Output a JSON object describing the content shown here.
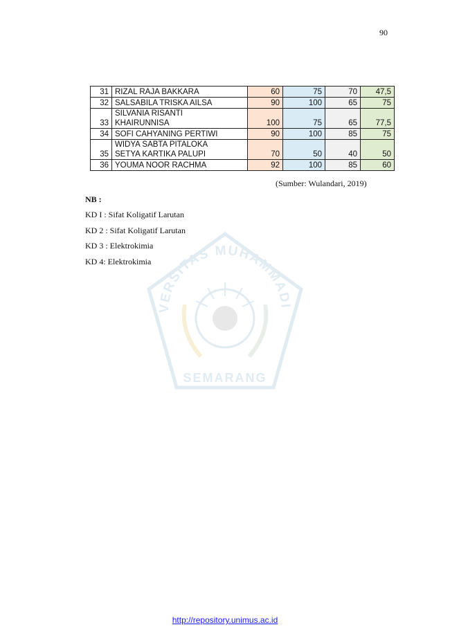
{
  "page_number": "90",
  "table": {
    "rows": [
      {
        "no": "31",
        "name": [
          "RIZAL RAJA BAKKARA"
        ],
        "kd1": "60",
        "kd2": "75",
        "kd3": "70",
        "kd4": "47,5"
      },
      {
        "no": "32",
        "name": [
          "SALSABILA TRISKA AILSA"
        ],
        "kd1": "90",
        "kd2": "100",
        "kd3": "65",
        "kd4": "75"
      },
      {
        "no": "33",
        "name": [
          "SILVANIA RISANTI",
          "KHAIRUNNISA"
        ],
        "kd1": "100",
        "kd2": "75",
        "kd3": "65",
        "kd4": "77,5"
      },
      {
        "no": "34",
        "name": [
          "SOFI CAHYANING PERTIWI"
        ],
        "kd1": "90",
        "kd2": "100",
        "kd3": "85",
        "kd4": "75"
      },
      {
        "no": "35",
        "name": [
          "WIDYA SABTA PITALOKA",
          "SETYA KARTIKA PALUPI"
        ],
        "kd1": "70",
        "kd2": "50",
        "kd3": "40",
        "kd4": "50"
      },
      {
        "no": "36",
        "name": [
          "YOUMA NOOR RACHMA"
        ],
        "kd1": "92",
        "kd2": "100",
        "kd3": "85",
        "kd4": "60"
      }
    ]
  },
  "source": "(Sumber: Wulandari, 2019)",
  "notes": {
    "title": "NB :",
    "items": [
      "KD I : Sifat Koligatif Larutan",
      "KD 2 : Sifat Koligatif Larutan",
      "KD 3 : Elektrokimia",
      "KD 4: Elektrokimia"
    ]
  },
  "watermark": {
    "arc_text": "UNIVERSITAS MUHAMMADIYAH",
    "bottom_text": "SEMARANG",
    "color": "#7aa7c9"
  },
  "footer": {
    "link": "http://repository.unimus.ac.id"
  }
}
